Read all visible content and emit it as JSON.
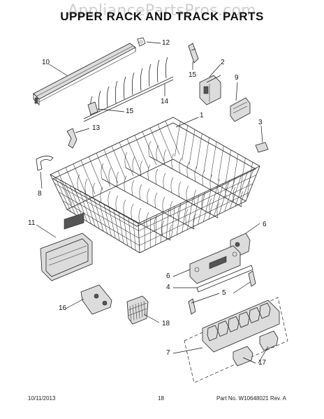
{
  "watermark": "AppliancePartsPros.com",
  "title": "UPPER RACK AND TRACK PARTS",
  "callouts": {
    "c1": "1",
    "c2": "2",
    "c3": "3",
    "c4": "4",
    "c5": "5",
    "c6a": "6",
    "c6b": "6",
    "c7": "7",
    "c8": "8",
    "c9": "9",
    "c10": "10",
    "c11": "11",
    "c12": "12",
    "c13": "13",
    "c14": "14",
    "c15a": "15",
    "c15b": "15",
    "c16": "16",
    "c17": "17",
    "c18": "18"
  },
  "footer": {
    "date": "10/11/2013",
    "page": "18",
    "part_no": "Part No. W10648021 Rev. A"
  }
}
